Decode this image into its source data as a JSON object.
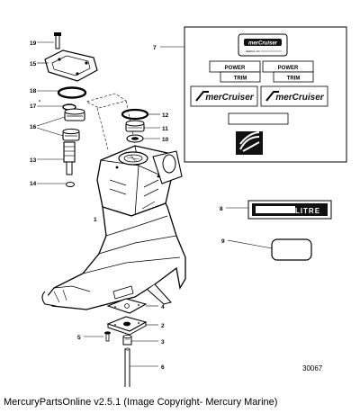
{
  "callouts": {
    "c1": "1",
    "c2": "2",
    "c3": "3",
    "c4": "4",
    "c5": "5",
    "c6": "6",
    "c7": "7",
    "c8": "8",
    "c9": "9",
    "c10": "10",
    "c11": "11",
    "c12": "12",
    "c13": "13",
    "c14": "14",
    "c15": "15",
    "c16": "16",
    "c17": "17",
    "c18": "18",
    "c19": "19"
  },
  "decals": {
    "mercruiser_small": "merCruiser",
    "mercruiser_small_sub": "SERIAL NO.",
    "power": "POWER",
    "trim": "TRIM",
    "mercruiser_large": "merCruiser",
    "litre": "LITRE"
  },
  "figure_number": "30067",
  "caption": "MercuryPartsOnline v2.5.1 (Image Copyright- Mercury Marine)",
  "colors": {
    "line": "#000000",
    "background": "#ffffff",
    "decal_dark": "#111111"
  }
}
